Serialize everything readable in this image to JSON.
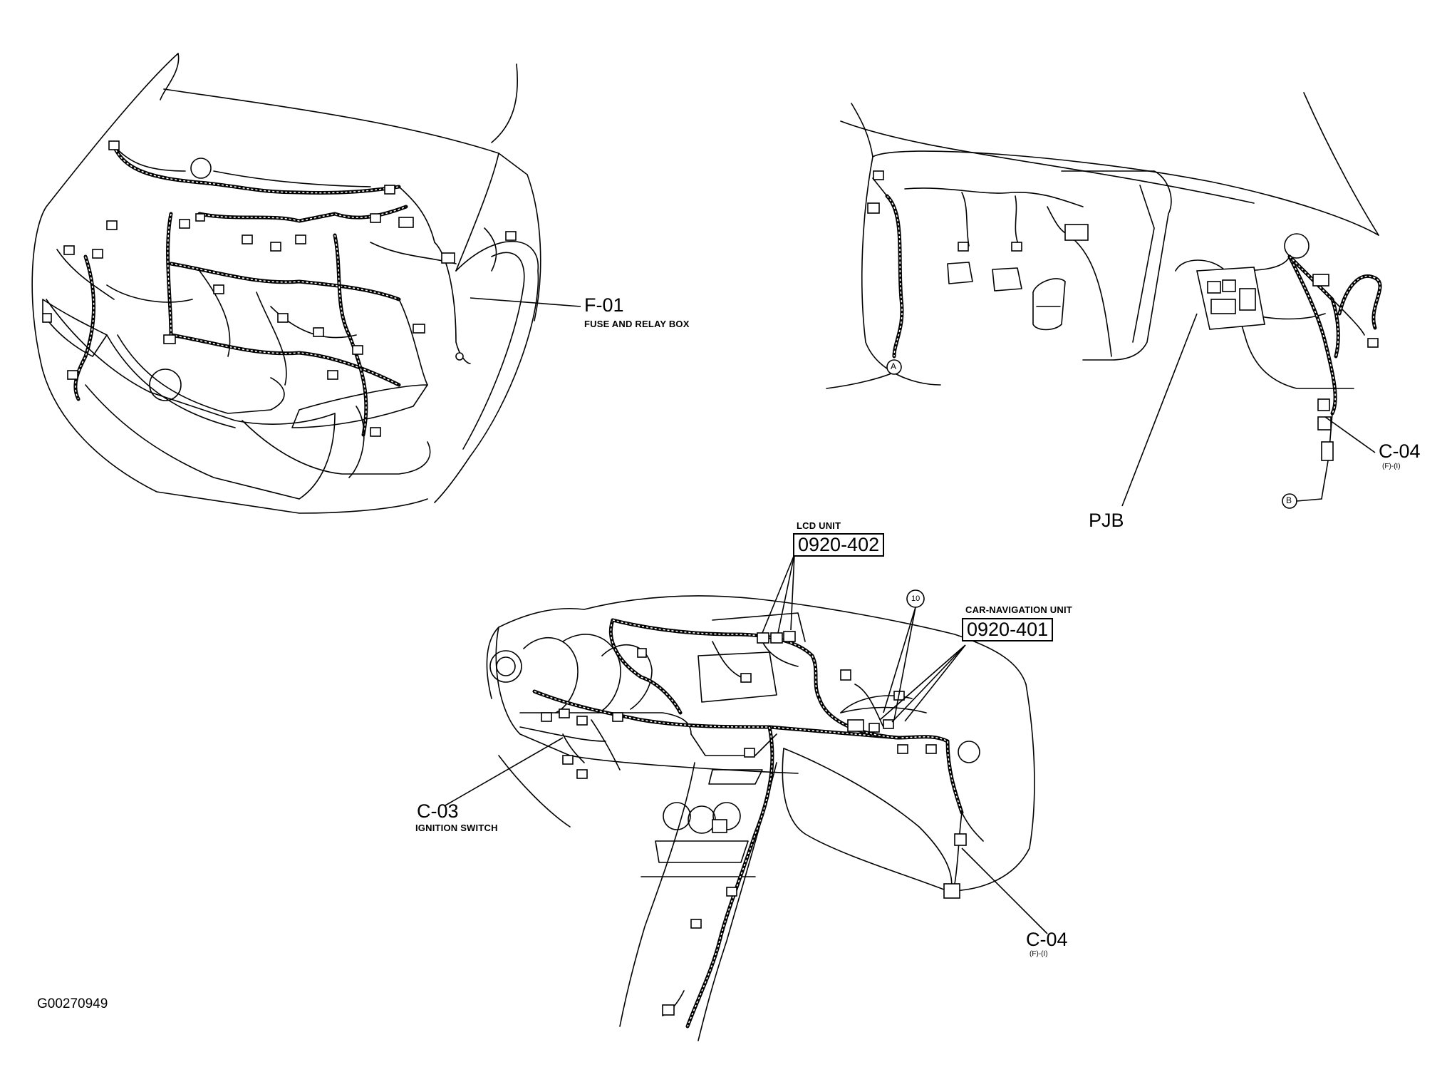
{
  "labels": {
    "f01_code": "F-01",
    "f01_desc": "FUSE AND RELAY BOX",
    "pjb": "PJB",
    "c04_right_code": "C-04",
    "c04_right_sub": "(F)-(I)",
    "lcd_title": "LCD UNIT",
    "lcd_code": "0920-402",
    "nav_title": "CAR-NAVIGATION UNIT",
    "nav_code": "0920-401",
    "callout_10": "10",
    "c03_code": "C-03",
    "c03_desc": "IGNITION SWITCH",
    "c04_bottom_code": "C-04",
    "c04_bottom_sub": "(F)-(I)",
    "marker_a": "A",
    "marker_b": "B",
    "figure_id": "G00270949"
  }
}
